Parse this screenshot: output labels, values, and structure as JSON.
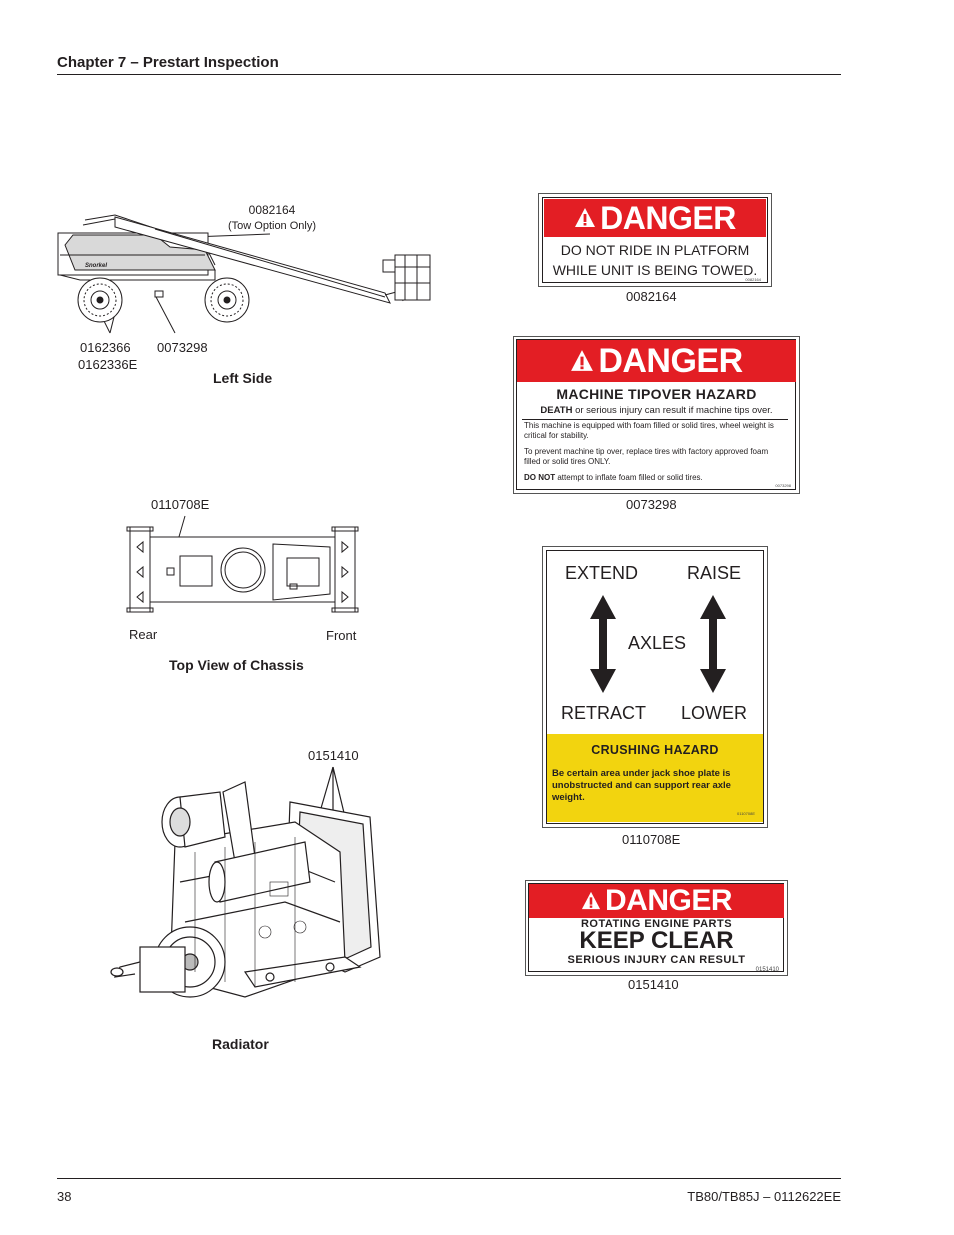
{
  "header": {
    "chapter": "Chapter 7 – Prestart Inspection"
  },
  "footer": {
    "page_number": "38",
    "doc_id": "TB80/TB85J – 0112622EE"
  },
  "figures": {
    "left_side": {
      "title": "Left Side",
      "callout_top": "0082164",
      "callout_top_note": "(Tow Option Only)",
      "callout_1": "0162366",
      "callout_1b": "0162336E",
      "callout_2": "0073298",
      "brand": "Snorkel"
    },
    "chassis": {
      "title": "Top View of Chassis",
      "callout": "0110708E",
      "rear": "Rear",
      "front": "Front"
    },
    "radiator": {
      "title": "Radiator",
      "callout": "0151410"
    }
  },
  "decals": {
    "tow": {
      "danger": "DANGER",
      "line1": "DO NOT RIDE IN PLATFORM",
      "line2": "WHILE UNIT IS BEING TOWED.",
      "code": "0082164",
      "caption": "0082164"
    },
    "tipover": {
      "danger": "DANGER",
      "heading": "MACHINE TIPOVER HAZARD",
      "death_bold": "DEATH",
      "death_rest": "or serious injury can result if machine tips over.",
      "p1": "This machine is equipped with foam filled or solid tires, wheel weight is critical for stability.",
      "p2": "To prevent machine tip over, replace tires with factory approved foam filled or solid tires ONLY.",
      "p3_bold": "DO NOT",
      "p3_rest": "attempt to inflate foam filled or solid tires.",
      "code": "0073298",
      "caption": "0073298"
    },
    "axles": {
      "extend": "EXTEND",
      "raise": "RAISE",
      "axles": "AXLES",
      "retract": "RETRACT",
      "lower": "LOWER",
      "hazard": "CRUSHING HAZARD",
      "text": "Be certain area under jack shoe plate is unobstructed and can support rear axle weight.",
      "code": "0110708E",
      "caption": "0110708E"
    },
    "engine": {
      "danger": "DANGER",
      "line1": "ROTATING ENGINE PARTS",
      "line2": "KEEP CLEAR",
      "line3": "SERIOUS INJURY CAN RESULT",
      "code": "0151410",
      "caption": "0151410"
    }
  },
  "colors": {
    "danger_red": "#e31e24",
    "caution_yellow": "#f2d40f",
    "ink": "#231f20"
  }
}
